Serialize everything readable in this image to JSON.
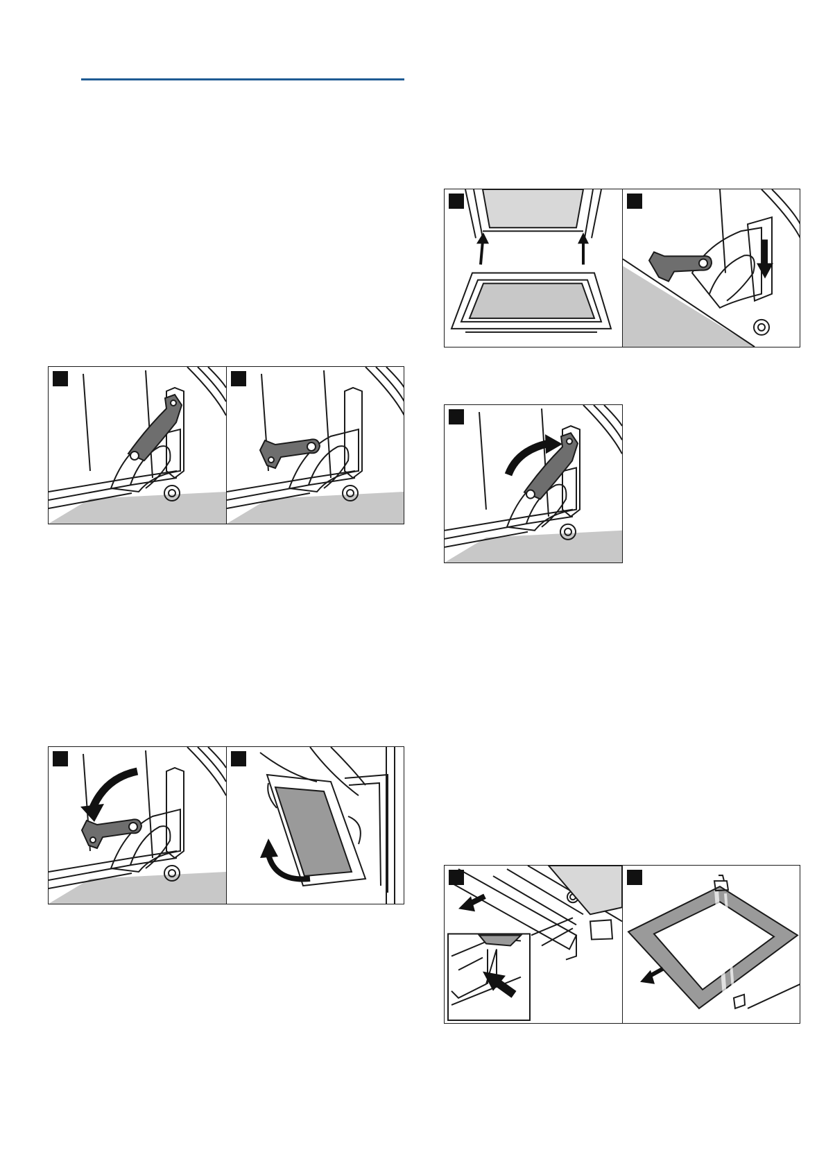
{
  "page": {
    "background": "#ffffff",
    "accent_rule_color": "#1f5b93"
  },
  "colors": {
    "outline": "#1a1a1a",
    "hinge_lever": "#6e6e6e",
    "shade": "#c8c8c8",
    "glass": "#9a9a9a",
    "arrow": "#111111"
  },
  "figures": [
    {
      "id": "hinge-open-close",
      "panels": [
        {
          "marker_icon": "step-marker-icon",
          "depicts": "hinge-lever-raised-icon"
        },
        {
          "marker_icon": "step-marker-icon",
          "depicts": "hinge-lever-lowered-icon"
        }
      ]
    },
    {
      "id": "door-removal",
      "panels": [
        {
          "marker_icon": "step-marker-icon",
          "depicts": "hinge-lever-fold-down-icon"
        },
        {
          "marker_icon": "step-marker-icon",
          "depicts": "door-lift-out-icon"
        }
      ]
    },
    {
      "id": "door-refit",
      "panels": [
        {
          "marker_icon": "step-marker-icon",
          "depicts": "door-insert-hinges-icon"
        },
        {
          "marker_icon": "step-marker-icon",
          "depicts": "hinge-slot-down-icon"
        }
      ]
    },
    {
      "id": "hinge-fold-up",
      "panels": [
        {
          "marker_icon": "step-marker-icon",
          "depicts": "hinge-lever-fold-up-icon"
        }
      ]
    },
    {
      "id": "door-glass-removal",
      "panels": [
        {
          "marker_icon": "step-marker-icon",
          "depicts": "door-cover-release-icon"
        },
        {
          "marker_icon": "step-marker-icon",
          "depicts": "inner-glass-pull-out-icon"
        }
      ]
    }
  ]
}
